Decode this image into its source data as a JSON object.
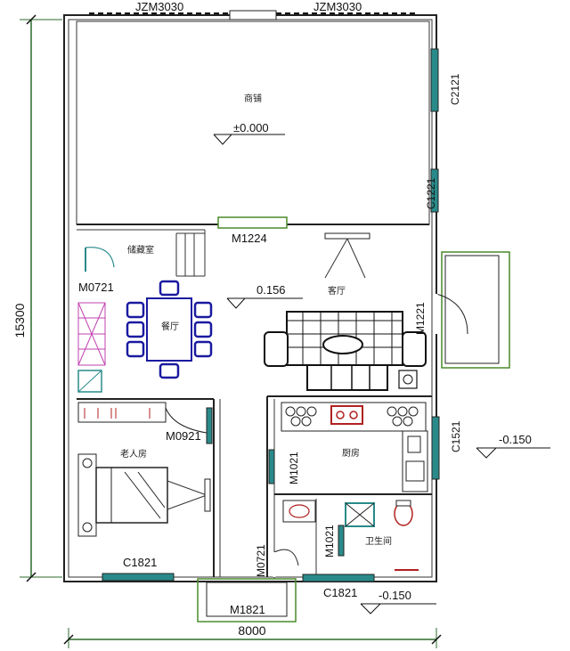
{
  "dimensions": {
    "height": "15300",
    "width": "8000"
  },
  "top_windows": [
    "JZM3030",
    "JZM3030"
  ],
  "rooms": {
    "garage": "商铺",
    "storage": "储藏室",
    "living": "客厅",
    "dining": "餐厅",
    "elder_bedroom": "老人房",
    "kitchen": "厨房",
    "bathroom": "卫生间"
  },
  "elevations": {
    "garage": "±0.000",
    "living": "0.156",
    "outside_right": "-0.150",
    "outside_bottom": "-0.150"
  },
  "codes": {
    "c2121": "C2121",
    "c1221": "C1221",
    "m1224": "M1224",
    "m0721_top": "M0721",
    "m1221_right": "M1221",
    "m0921": "M0921",
    "c1521": "C1521",
    "m1021_kitchen": "M1021",
    "m1021_bath": "M1021",
    "m0721_bottom": "M0721",
    "c1821_left": "C1821",
    "c1821_bottom": "C1821",
    "m1821": "M1821"
  },
  "colors": {
    "wall": "#222222",
    "window": "#2a8a8a",
    "door_green": "#4a8a2a",
    "accent_magenta": "#c040b0",
    "accent_blue": "#1a1aa0",
    "accent_red": "#b02020"
  }
}
